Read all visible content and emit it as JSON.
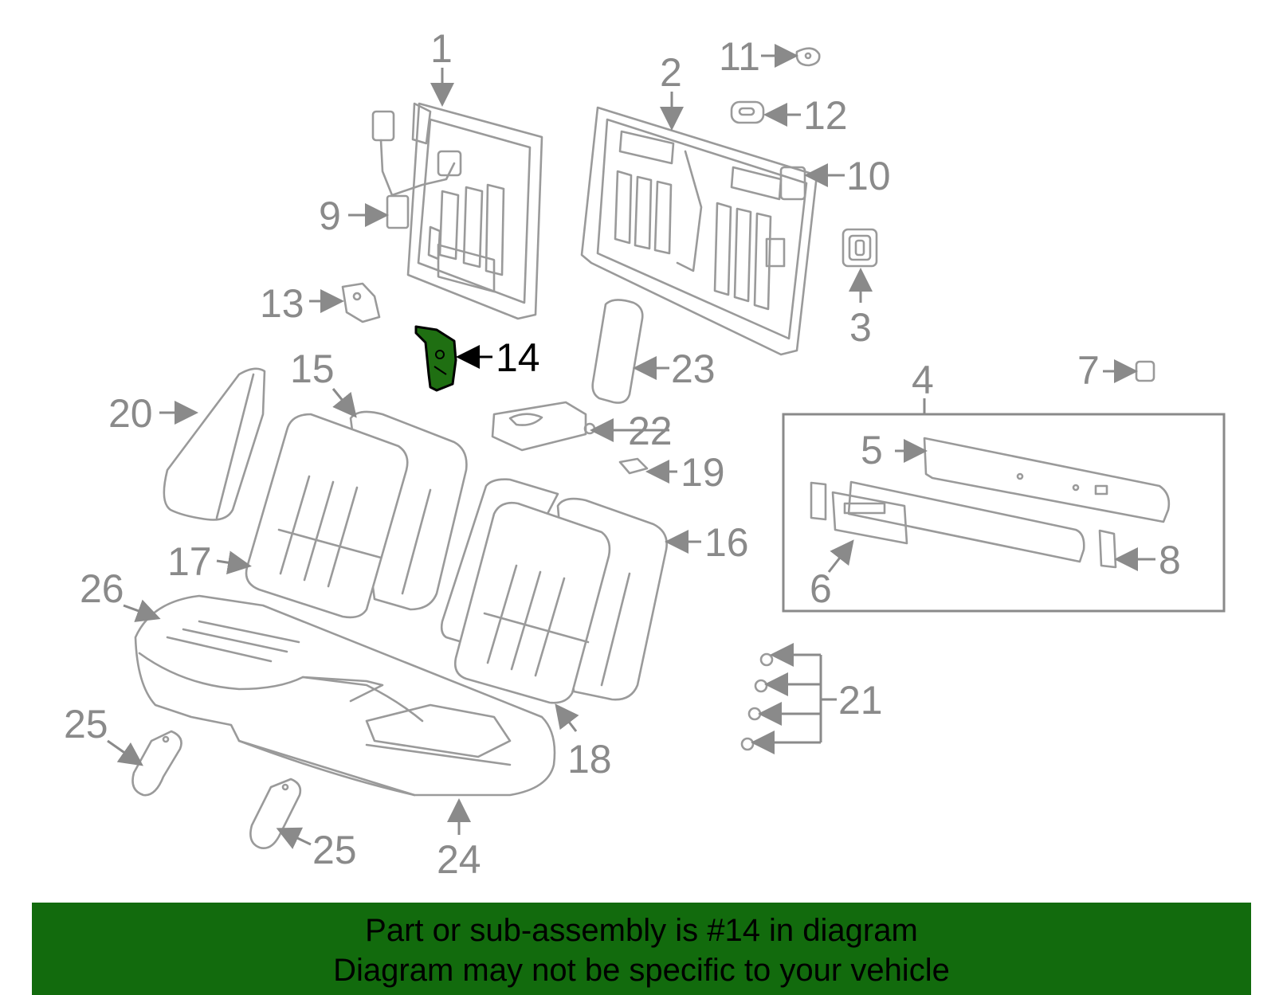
{
  "callouts": {
    "c1": "1",
    "c2": "2",
    "c3": "3",
    "c4": "4",
    "c5": "5",
    "c6": "6",
    "c7": "7",
    "c8": "8",
    "c9": "9",
    "c10": "10",
    "c11": "11",
    "c12": "12",
    "c13": "13",
    "c14": "14",
    "c15": "15",
    "c16": "16",
    "c17": "17",
    "c18": "18",
    "c19": "19",
    "c20": "20",
    "c21": "21",
    "c22": "22",
    "c23": "23",
    "c24": "24",
    "c25a": "25",
    "c25b": "25",
    "c26": "26"
  },
  "highlight": {
    "part": "14",
    "color": "#1f6f12"
  },
  "banner": {
    "line1": "Part or sub-assembly is #14 in diagram",
    "line2": "Diagram may not be specific to your vehicle",
    "background": "#126b0d"
  }
}
